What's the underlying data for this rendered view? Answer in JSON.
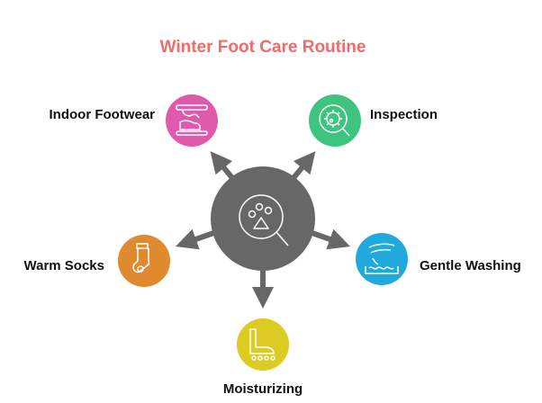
{
  "title": "Winter Foot Care Routine",
  "center": {
    "icon": "paw-magnifier-icon",
    "color": "#676767"
  },
  "items": [
    {
      "label": "Indoor Footwear",
      "icon": "slippers-icon",
      "color": "#e05aab"
    },
    {
      "label": "Inspection",
      "icon": "germ-magnifier-icon",
      "color": "#3ec47f"
    },
    {
      "label": "Warm Socks",
      "icon": "sock-icon",
      "color": "#e08a2f"
    },
    {
      "label": "Gentle Washing",
      "icon": "hand-water-icon",
      "color": "#1fa9dc"
    },
    {
      "label": "Moisturizing",
      "icon": "foot-roller-icon",
      "color": "#dccb22"
    }
  ]
}
